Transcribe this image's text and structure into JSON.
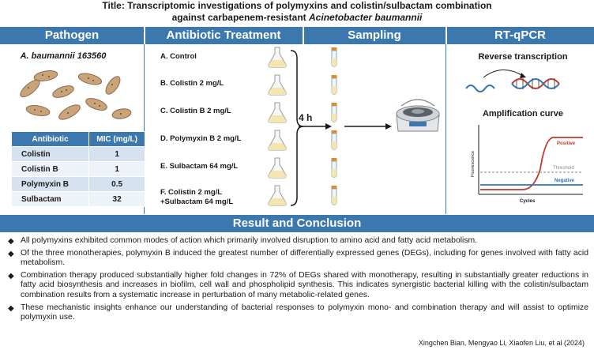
{
  "title": {
    "line1": "Title: Transcriptomic investigations of polymyxins and colistin/sulbactam combination",
    "line2_prefix": "against carbapenem-resistant ",
    "line2_italic": "Acinetobacter baumannii"
  },
  "headers": [
    "Pathogen",
    "Antibiotic Treatment",
    "Sampling",
    "RT-qPCR"
  ],
  "pathogen": {
    "name": "A. baumannii 163560",
    "table": {
      "columns": [
        "Antibiotic",
        "MIC (mg/L)"
      ],
      "rows": [
        [
          "Colistin",
          "1"
        ],
        [
          "Colistin B",
          "1"
        ],
        [
          "Polymyxin B",
          "0.5"
        ],
        [
          "Sulbactam",
          "32"
        ]
      ]
    }
  },
  "treatments": [
    "A. Control",
    "B. Colistin 2 mg/L",
    "C. Colistin B 2 mg/L",
    "D. Polymyxin B 2 mg/L",
    "E. Sulbactam 64 mg/L",
    "F. Colistin 2 mg/L",
    "+Sulbactam 64 mg/L"
  ],
  "sampling": {
    "time_label": "4 h"
  },
  "rtqpcr": {
    "reverse_transcription": "Reverse transcription",
    "amplification_curve": "Amplification curve",
    "curve_labels": {
      "positive": "Positive",
      "threshold": "Threshold",
      "negative": "Negative",
      "xlabel": "Cycles",
      "ylabel": "Fluorescence"
    }
  },
  "result_header": "Result and Conclusion",
  "bullets": [
    "All polymyxins exhibited common modes of action which primarily involved disruption to amino acid and fatty acid metabolism.",
    "Of the three monotherapies, polymyxin B induced the greatest number of differentially expressed genes (DEGs), including for genes involved with fatty acid metabolism.",
    "Combination therapy produced substantially higher fold changes in 72% of DEGs shared with monotherapy, resulting in substantially greater reductions in fatty acid biosynthesis and increases in biofilm, cell wall and phospholipid synthesis. This indicates synergistic bacterial killing with the colistin/sulbactam combination results from a systematic increase in perturbation of many metabolic-related genes.",
    "These mechanistic insights enhance our understanding of bacterial responses to polymyxin mono- and combination therapy and will assist to optimize polymyxin use."
  ],
  "citation": "Xingchen Bian, Mengyao Li, Xiaofen Liu, et al (2024)",
  "colors": {
    "header_blue": "#3c78ad",
    "table_row_dark": "#d6e2f0",
    "table_row_light": "#eef3f9",
    "positive_curve": "#c0392b",
    "negative_curve": "#2e75b6",
    "flask_liquid": "#f3e6b0",
    "bacteria": "#c9a37a"
  }
}
